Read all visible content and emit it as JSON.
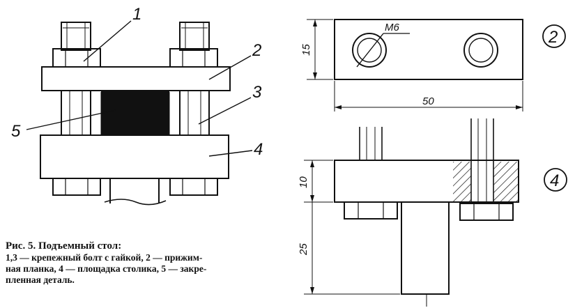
{
  "labels": {
    "part_1": "1",
    "part_2": "2",
    "part_3": "3",
    "part_4": "4",
    "part_5": "5",
    "view_top": "2",
    "view_bottom": "4"
  },
  "dimensions": {
    "height_top": "15",
    "width_top": "50",
    "thread": "M6",
    "height_bottom": "10",
    "height_stem": "25"
  },
  "caption": {
    "title": "Рис. 5. Подъемный стол:",
    "desc_line1": "1,3 — крепежный болт с гайкой, 2 — прижим-",
    "desc_line2": "ная планка, 4 — площадка столика, 5 — закре-",
    "desc_line3": "пленная деталь."
  }
}
